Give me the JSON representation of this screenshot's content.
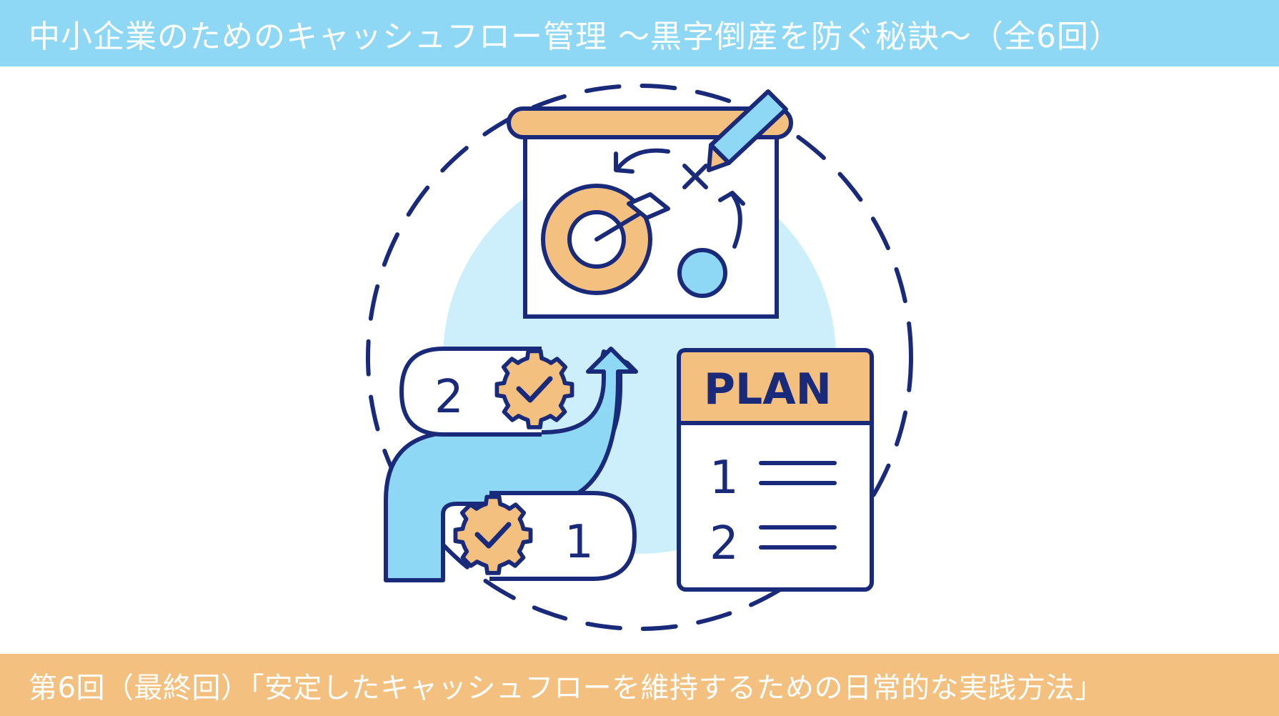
{
  "header": {
    "title": "中小企業のためのキャッシュフロー管理 〜黒字倒産を防ぐ秘訣〜（全6回）"
  },
  "footer": {
    "subtitle": "第6回（最終回）「安定したキャッシュフローを維持するための日常的な実践方法」"
  },
  "illustration": {
    "plan_label": "PLAN",
    "list_numbers": [
      "1",
      "2"
    ],
    "step_numbers": [
      "2",
      "1"
    ]
  },
  "colors": {
    "top_banner": "#8ed8f6",
    "bottom_banner": "#f3c07f",
    "navy": "#1a2a7a",
    "orange": "#f3c07f",
    "light_blue": "#8ed8f6",
    "pale_blue": "#cdeffb"
  }
}
